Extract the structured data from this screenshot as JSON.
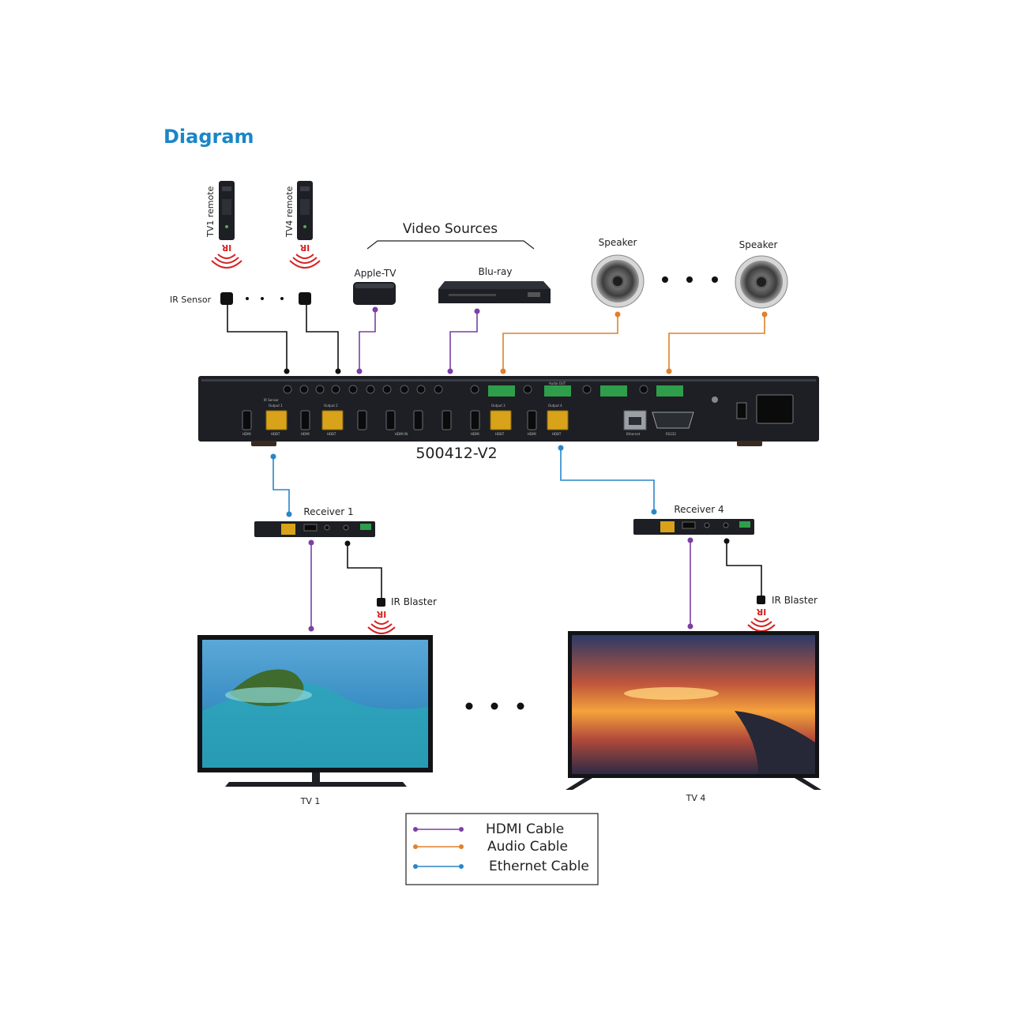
{
  "title": "Diagram",
  "colors": {
    "title": "#1a86c8",
    "hdmi": "#7b3fa6",
    "audio": "#e0812b",
    "ethernet": "#2a86c6",
    "ir": "#111111",
    "device": "#1d1f24",
    "ir_signal": "#d62323"
  },
  "remotes": [
    {
      "label": "TV1 remote",
      "ir_text": "IR"
    },
    {
      "label": "TV4 remote",
      "ir_text": "IR"
    }
  ],
  "ir_sensor_label": "IR Sensor",
  "video_sources": {
    "heading": "Video Sources",
    "items": [
      {
        "label": "Apple-TV",
        "icon": "apple-tv-icon"
      },
      {
        "label": "Blu-ray",
        "icon": "bluray-player-icon"
      }
    ]
  },
  "speakers": [
    {
      "label": "Speaker"
    },
    {
      "label": "Speaker"
    }
  ],
  "main_unit": {
    "model": "500412-V2",
    "ports": [
      "HDMI",
      "HDBT",
      "HDMI",
      "HDBT",
      "HDMI IN",
      "HDMI",
      "HDBT",
      "HDMI",
      "HDBT",
      "Ethernet",
      "RS232"
    ],
    "panel_labels": [
      "IR Sensor",
      "Output 1",
      "Output 2",
      "Audio OUT",
      "Output 3",
      "Output 4"
    ]
  },
  "receivers": [
    {
      "label": "Receiver 1",
      "ir_blaster": "IR Blaster",
      "ir_text": "IR"
    },
    {
      "label": "Receiver 4",
      "ir_blaster": "IR Blaster",
      "ir_text": "IR"
    }
  ],
  "tvs": [
    {
      "label": "TV 1"
    },
    {
      "label": "TV 4"
    }
  ],
  "legend": [
    {
      "label": "HDMI Cable",
      "color_key": "hdmi"
    },
    {
      "label": "Audio Cable",
      "color_key": "audio"
    },
    {
      "label": "Ethernet Cable",
      "color_key": "ethernet"
    }
  ]
}
